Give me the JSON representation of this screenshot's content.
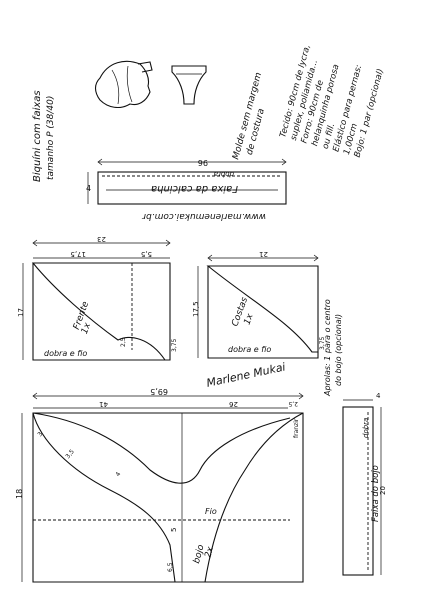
{
  "title": {
    "line1": "Biquíni com faixas",
    "line2": "tamanho P (38/40)"
  },
  "note": {
    "line1": "Molde sem margem",
    "line2": "de costura"
  },
  "materials": [
    "Tecido: 90cm de lycra,",
    "suplex, poliamida...",
    "Forro: 90cm de",
    "helanquinha porosa",
    "ou fill.",
    "Elástico para pernas:",
    "1,00cm",
    "Bojo: 1 par (opcional)"
  ],
  "website": "www.marlenemukai.com.br",
  "band_piece": {
    "label": "Faixa da calcinha",
    "fold": "dobra",
    "length": "96",
    "height": "4"
  },
  "front_piece": {
    "label_name": "Frente",
    "label_qty": "1x",
    "fold": "dobra e fio",
    "dim_total_width": "23",
    "dim_width_a": "17,5",
    "dim_width_b": "5,5",
    "dim_height": "17",
    "dim_crotch": "3,75",
    "dim_small": "2,5"
  },
  "back_piece": {
    "label_name": "Costas",
    "label_qty": "1x",
    "fold": "dobra e fio",
    "dim_width": "21",
    "dim_height": "17,5",
    "dim_crotch": "3,75"
  },
  "cup_piece": {
    "label_name": "bojo",
    "label_qty": "2x",
    "grain": "Fio",
    "dim_total": "69,5",
    "dim_left": "41",
    "dim_right": "26",
    "dim_end": "2,5",
    "dim_height": "18",
    "dim_inner": "5",
    "dim_bottom": "6,5",
    "dim_top_small": "3",
    "dim_curve": "3,5",
    "dim_mid": "4",
    "franzir": "franzir"
  },
  "cup_band": {
    "label": "Faixa do bojo",
    "fold": "dobra",
    "length": "20",
    "height": "4"
  },
  "cup_note": {
    "line1": "Aprolas: 1 para o centro",
    "line2": "do bojo (opcional)"
  },
  "signature": "Marlene Mukai"
}
